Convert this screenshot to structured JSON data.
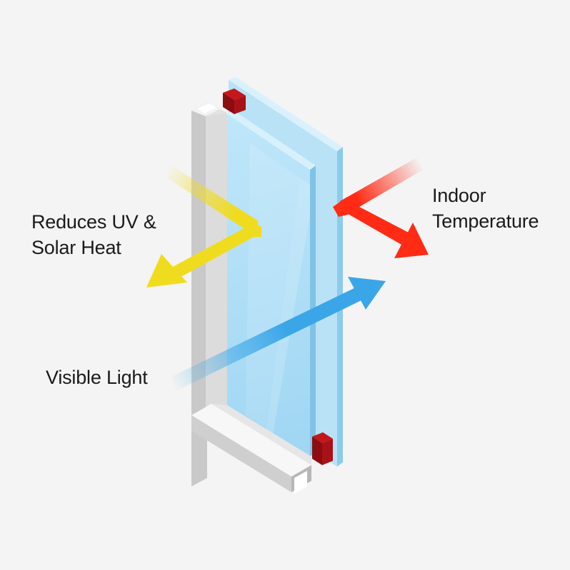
{
  "labels": {
    "uv": "Reduces UV &\nSolar Heat",
    "indoor": "Indoor\nTemperature",
    "light": "Visible Light"
  },
  "colors": {
    "background": "#f4f4f4",
    "uv_arrow": "#f0dc1e",
    "indoor_arrow": "#ff2b14",
    "light_arrow": "#3aa6e8",
    "glass": "#a9dcf5",
    "frame": "#cfcfcf",
    "seal": "#9b0f12"
  }
}
